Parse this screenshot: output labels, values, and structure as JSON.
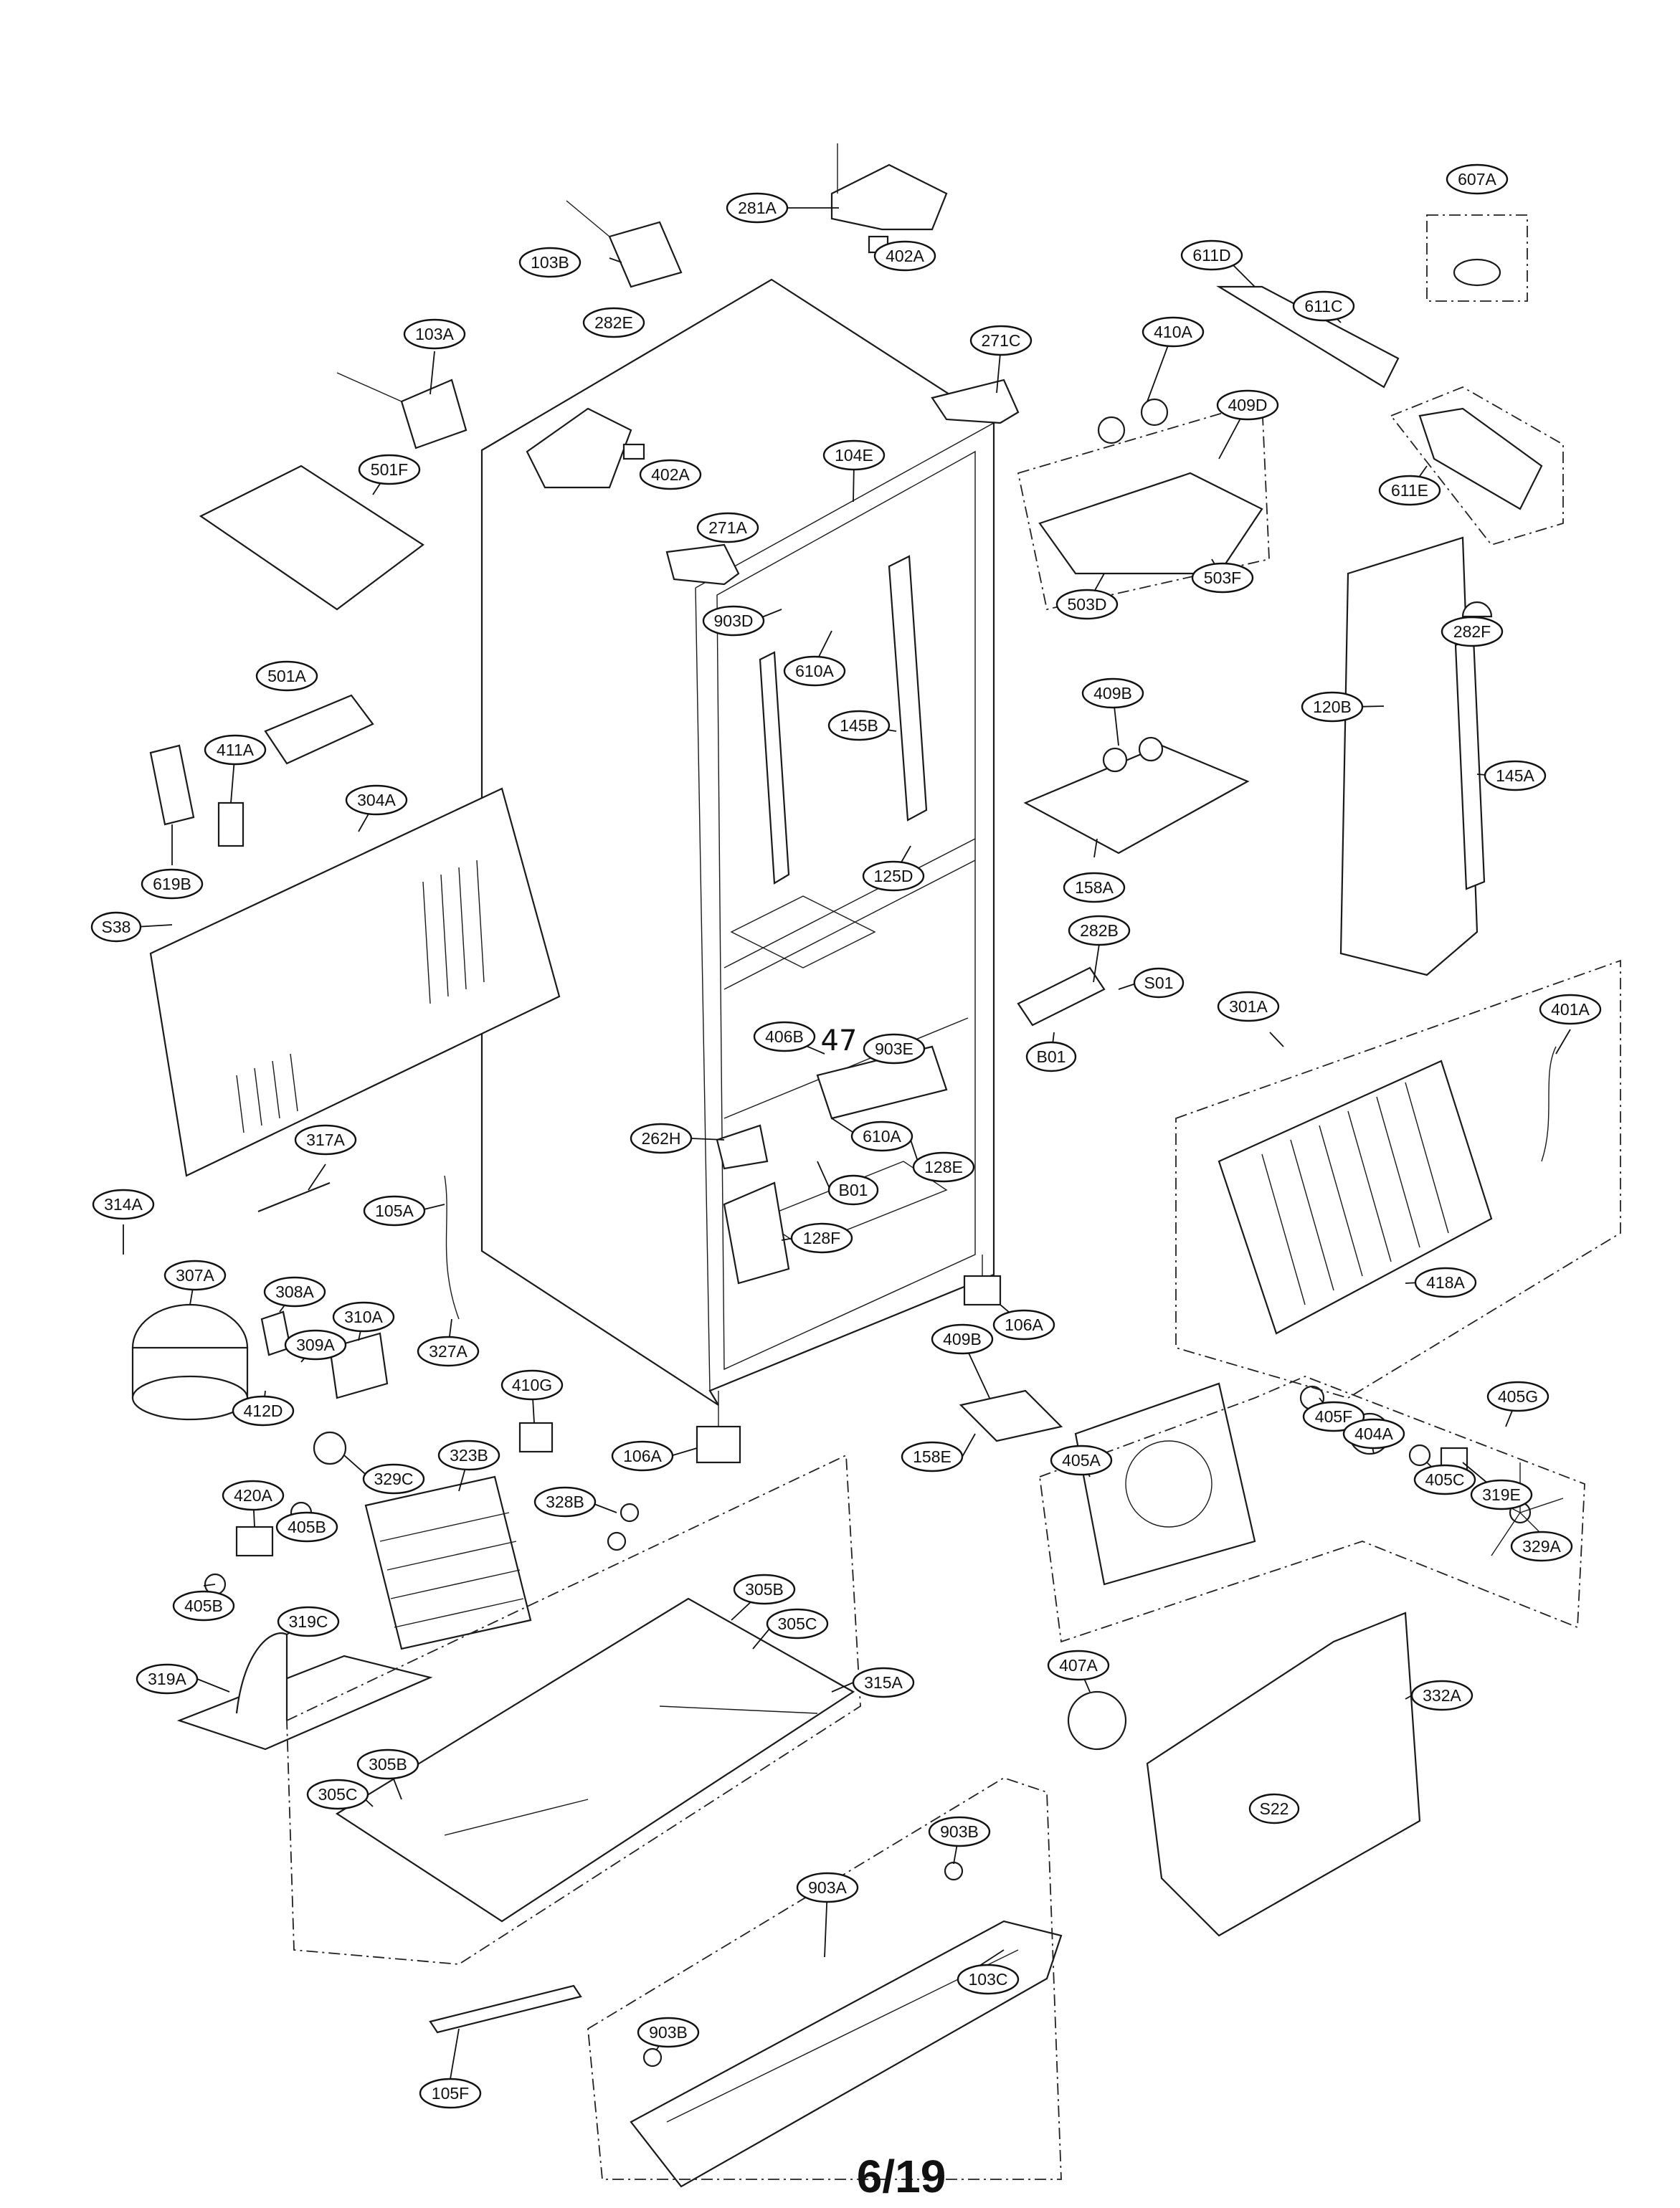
{
  "page_number": "6/19",
  "handwritten_mark": "47",
  "callouts": [
    {
      "id": "281A",
      "label": "281A"
    },
    {
      "id": "402A-top",
      "label": "402A"
    },
    {
      "id": "607A",
      "label": "607A"
    },
    {
      "id": "103B",
      "label": "103B"
    },
    {
      "id": "611D",
      "label": "611D"
    },
    {
      "id": "611C",
      "label": "611C"
    },
    {
      "id": "103A",
      "label": "103A"
    },
    {
      "id": "282E",
      "label": "282E"
    },
    {
      "id": "271C",
      "label": "271C"
    },
    {
      "id": "410A",
      "label": "410A"
    },
    {
      "id": "409D",
      "label": "409D"
    },
    {
      "id": "501F",
      "label": "501F"
    },
    {
      "id": "402A",
      "label": "402A"
    },
    {
      "id": "104E",
      "label": "104E"
    },
    {
      "id": "611E",
      "label": "611E"
    },
    {
      "id": "271A",
      "label": "271A"
    },
    {
      "id": "503F",
      "label": "503F"
    },
    {
      "id": "503D",
      "label": "503D"
    },
    {
      "id": "903D",
      "label": "903D"
    },
    {
      "id": "282F",
      "label": "282F"
    },
    {
      "id": "610A-top",
      "label": "610A"
    },
    {
      "id": "501A",
      "label": "501A"
    },
    {
      "id": "409B-top",
      "label": "409B"
    },
    {
      "id": "120B",
      "label": "120B"
    },
    {
      "id": "411A",
      "label": "411A"
    },
    {
      "id": "145B",
      "label": "145B"
    },
    {
      "id": "145A",
      "label": "145A"
    },
    {
      "id": "304A",
      "label": "304A"
    },
    {
      "id": "619B",
      "label": "619B"
    },
    {
      "id": "125D",
      "label": "125D"
    },
    {
      "id": "158A",
      "label": "158A"
    },
    {
      "id": "S38",
      "label": "S38"
    },
    {
      "id": "282B",
      "label": "282B"
    },
    {
      "id": "S01",
      "label": "S01"
    },
    {
      "id": "301A",
      "label": "301A"
    },
    {
      "id": "401A",
      "label": "401A"
    },
    {
      "id": "406B",
      "label": "406B"
    },
    {
      "id": "903E",
      "label": "903E"
    },
    {
      "id": "B01-top",
      "label": "B01"
    },
    {
      "id": "262H",
      "label": "262H"
    },
    {
      "id": "610A",
      "label": "610A"
    },
    {
      "id": "317A",
      "label": "317A"
    },
    {
      "id": "128E",
      "label": "128E"
    },
    {
      "id": "B01",
      "label": "B01"
    },
    {
      "id": "314A",
      "label": "314A"
    },
    {
      "id": "105A",
      "label": "105A"
    },
    {
      "id": "128F",
      "label": "128F"
    },
    {
      "id": "418A",
      "label": "418A"
    },
    {
      "id": "307A",
      "label": "307A"
    },
    {
      "id": "308A",
      "label": "308A"
    },
    {
      "id": "310A",
      "label": "310A"
    },
    {
      "id": "309A",
      "label": "309A"
    },
    {
      "id": "327A",
      "label": "327A"
    },
    {
      "id": "106A-right",
      "label": "106A"
    },
    {
      "id": "409B",
      "label": "409B"
    },
    {
      "id": "410G",
      "label": "410G"
    },
    {
      "id": "405G",
      "label": "405G"
    },
    {
      "id": "405F",
      "label": "405F"
    },
    {
      "id": "412D",
      "label": "412D"
    },
    {
      "id": "106A",
      "label": "106A"
    },
    {
      "id": "158E",
      "label": "158E"
    },
    {
      "id": "404A",
      "label": "404A"
    },
    {
      "id": "323B",
      "label": "323B"
    },
    {
      "id": "329C",
      "label": "329C"
    },
    {
      "id": "405A",
      "label": "405A"
    },
    {
      "id": "405C",
      "label": "405C"
    },
    {
      "id": "319E",
      "label": "319E"
    },
    {
      "id": "420A",
      "label": "420A"
    },
    {
      "id": "328B",
      "label": "328B"
    },
    {
      "id": "329A",
      "label": "329A"
    },
    {
      "id": "405B-a",
      "label": "405B"
    },
    {
      "id": "405B-b",
      "label": "405B"
    },
    {
      "id": "319C",
      "label": "319C"
    },
    {
      "id": "305B",
      "label": "305B"
    },
    {
      "id": "305C",
      "label": "305C"
    },
    {
      "id": "319A",
      "label": "319A"
    },
    {
      "id": "315A",
      "label": "315A"
    },
    {
      "id": "407A",
      "label": "407A"
    },
    {
      "id": "332A",
      "label": "332A"
    },
    {
      "id": "305B-low",
      "label": "305B"
    },
    {
      "id": "305C-low",
      "label": "305C"
    },
    {
      "id": "S22",
      "label": "S22"
    },
    {
      "id": "903B-top",
      "label": "903B"
    },
    {
      "id": "903A",
      "label": "903A"
    },
    {
      "id": "903B",
      "label": "903B"
    },
    {
      "id": "103C",
      "label": "103C"
    },
    {
      "id": "105F",
      "label": "105F"
    }
  ]
}
